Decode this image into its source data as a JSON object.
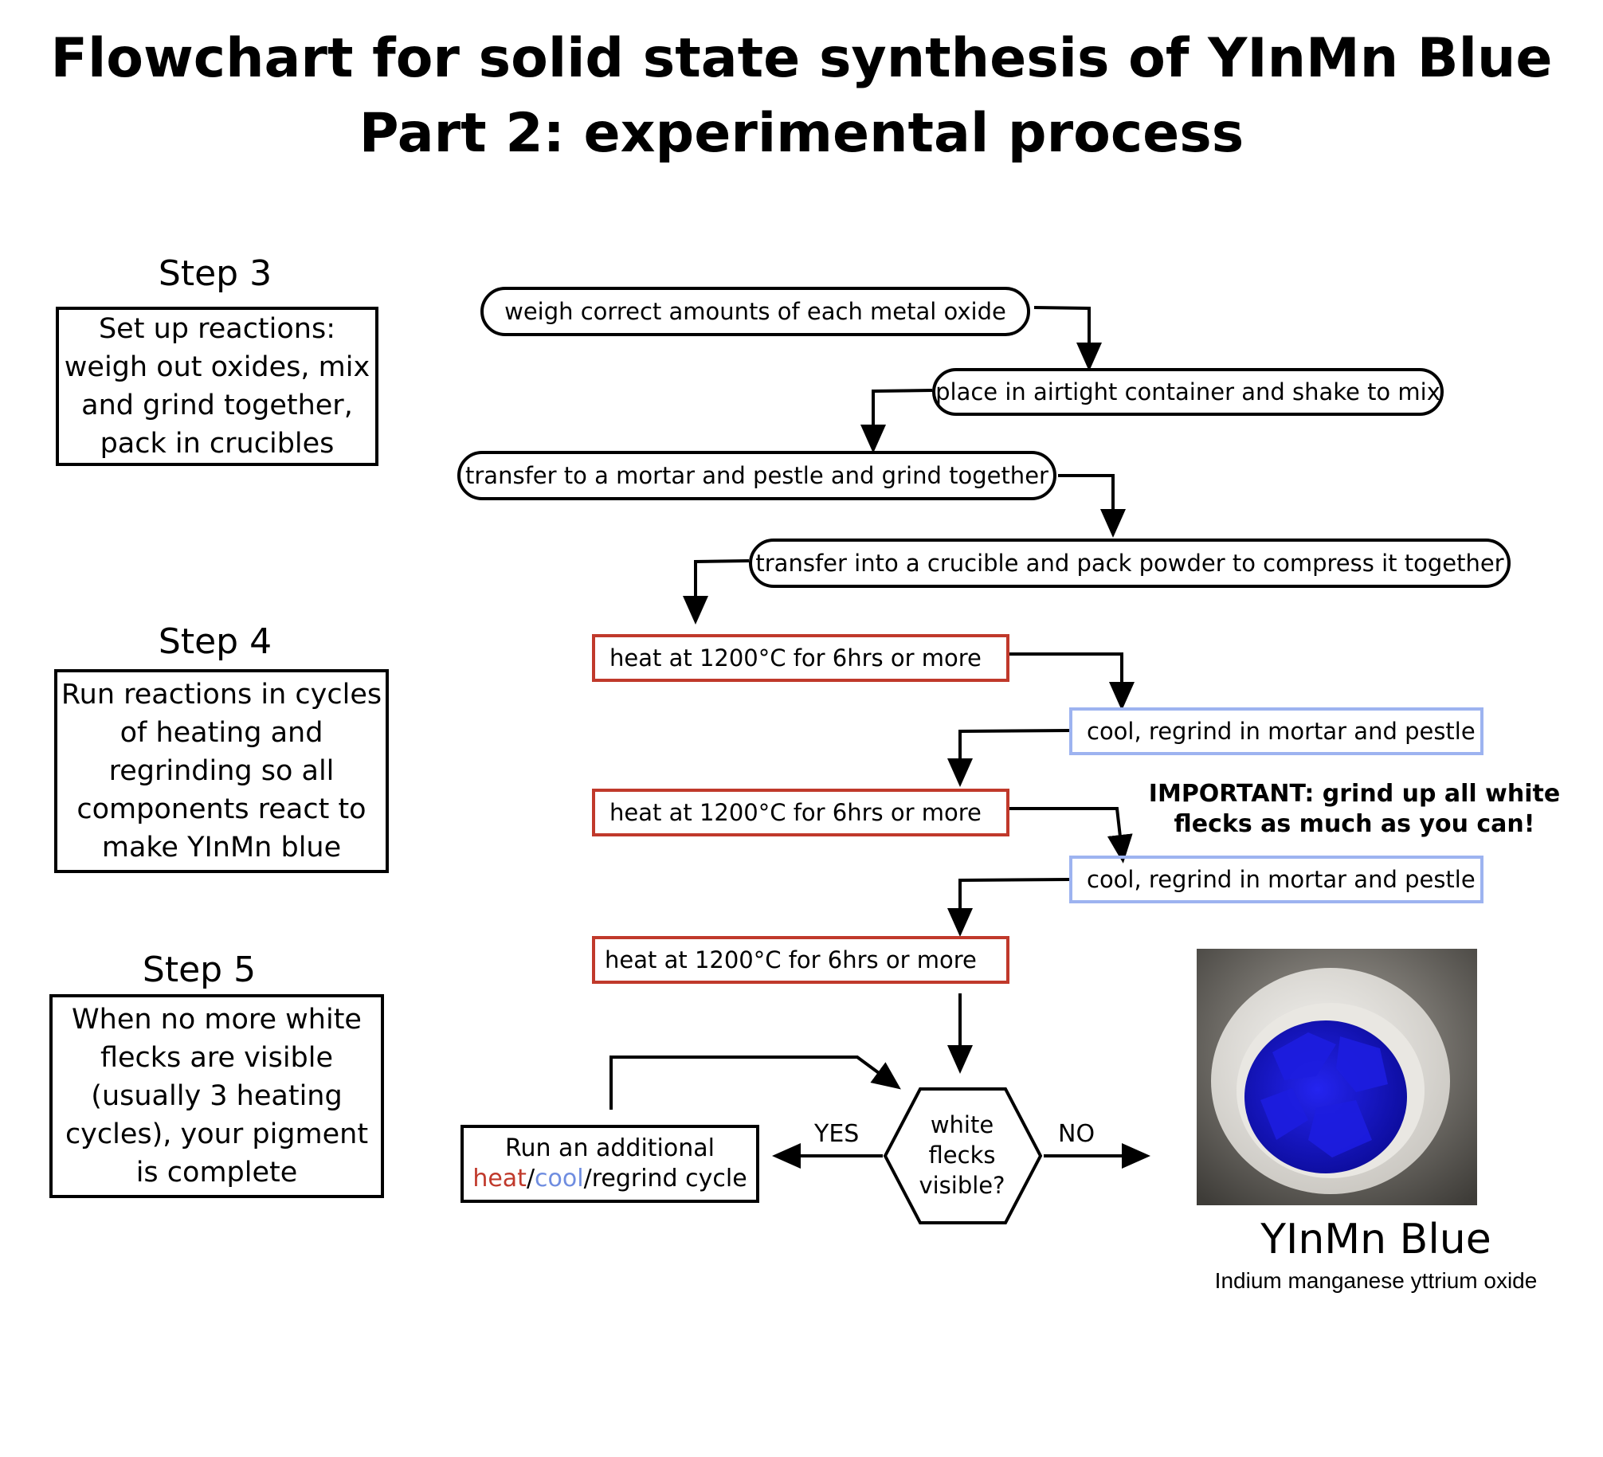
{
  "title": {
    "line1": "Flowchart for solid state synthesis of YInMn Blue",
    "line2": "Part 2: experimental process"
  },
  "steps": [
    {
      "label": "Step 3",
      "text": "Set up reactions: weigh out oxides, mix and grind together, pack in crucibles"
    },
    {
      "label": "Step 4",
      "text": "Run reactions in cycles of heating and regrinding so all components react to make YInMn blue"
    },
    {
      "label": "Step 5",
      "text": "When no more white flecks are visible (usually 3 heating cycles), your pigment is complete"
    }
  ],
  "flow": {
    "prep": [
      "weigh correct amounts of each metal oxide",
      "place in airtight container and shake to mix",
      "transfer to a mortar and pestle and grind together",
      "transfer into a crucible and pack powder to compress it together"
    ],
    "heat_label": "heat at 1200°C for 6hrs or more",
    "cool_label": "cool, regrind in mortar and pestle",
    "important": "IMPORTANT: grind up all white flecks as much as you can!",
    "decision": "white flecks visible?",
    "yes_label": "YES",
    "no_label": "NO",
    "cycle": {
      "line1": "Run an additional",
      "heat": "heat",
      "slash1": "/",
      "cool": "cool",
      "rest": "/regrind cycle"
    }
  },
  "product": {
    "name": "YInMn Blue",
    "subtitle": "Indium manganese yttrium oxide",
    "image_icon": "crucible-with-blue-pigment-photo"
  },
  "colors": {
    "heat": "#c0392b",
    "cool": "#9db3f0",
    "pigment": "#1a1ad6"
  }
}
